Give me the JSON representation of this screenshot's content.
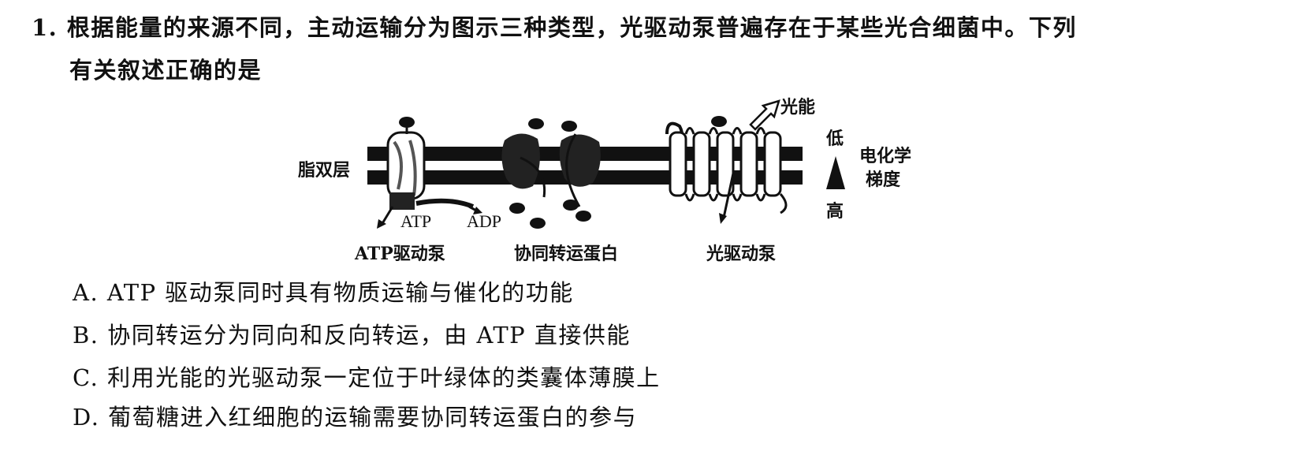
{
  "question": {
    "line1": "1. 根据能量的来源不同，主动运输分为图示三种类型，光驱动泵普遍存在于某些光合细菌中。下列",
    "line2": "有关叙述正确的是"
  },
  "diagram": {
    "lipid_bilayer": "脂双层",
    "atp": "ATP",
    "adp": "ADP",
    "pump_atp": "ATP驱动泵",
    "cotransporter": "协同转运蛋白",
    "pump_light": "光驱动泵",
    "light_energy": "光能",
    "gradient_low": "低",
    "gradient_high": "高",
    "gradient_label_1": "电化学",
    "gradient_label_2": "梯度"
  },
  "options": {
    "a": "A. ATP 驱动泵同时具有物质运输与催化的功能",
    "b": "B. 协同转运分为同向和反向转运，由 ATP 直接供能",
    "c": "C. 利用光能的光驱动泵一定位于叶绿体的类囊体薄膜上",
    "d": "D. 葡萄糖进入红细胞的运输需要协同转运蛋白的参与"
  }
}
